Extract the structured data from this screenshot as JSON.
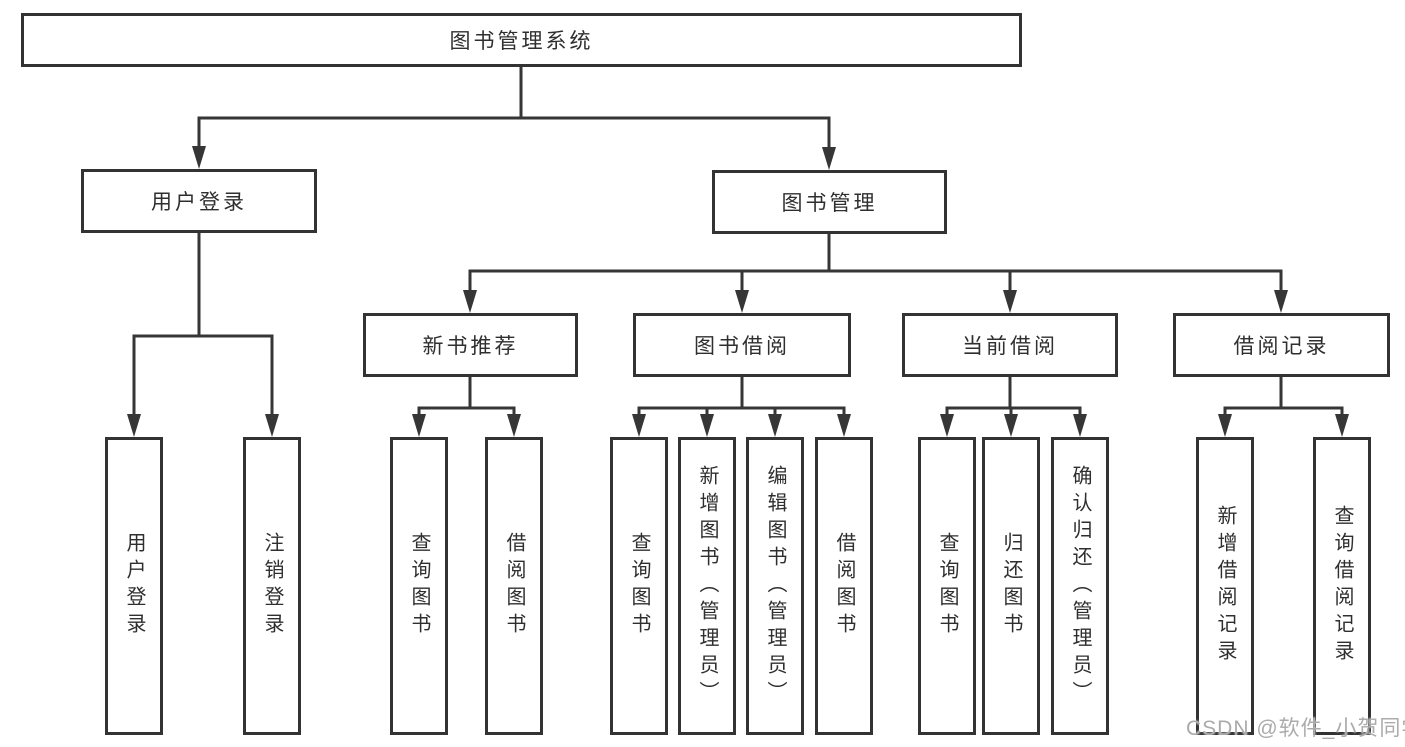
{
  "diagram": {
    "root": {
      "label": "图书管理系统"
    },
    "level2": {
      "user_login": {
        "label": "用户登录"
      },
      "book_mgmt": {
        "label": "图书管理"
      }
    },
    "level3": {
      "new_books": {
        "label": "新书推荐"
      },
      "book_borrow": {
        "label": "图书借阅"
      },
      "current_borrow": {
        "label": "当前借阅"
      },
      "borrow_records": {
        "label": "借阅记录"
      }
    },
    "leaves": {
      "user_login": [
        "用户登录",
        "注销登录"
      ],
      "new_books": [
        "查询图书",
        "借阅图书"
      ],
      "book_borrow": [
        "查询图书",
        "新增图书（管理员）",
        "编辑图书（管理员）",
        "借阅图书"
      ],
      "current_borrow": [
        "查询图书",
        "归还图书",
        "确认归还（管理员）"
      ],
      "borrow_records": [
        "新增借阅记录",
        "查询借阅记录"
      ]
    }
  },
  "watermark": "CSDN @软件_小贺同学",
  "colors": {
    "line": "#363636",
    "border": "#333333",
    "text": "#2f2f2f",
    "watermark": "#ababab",
    "background": "#ffffff"
  }
}
